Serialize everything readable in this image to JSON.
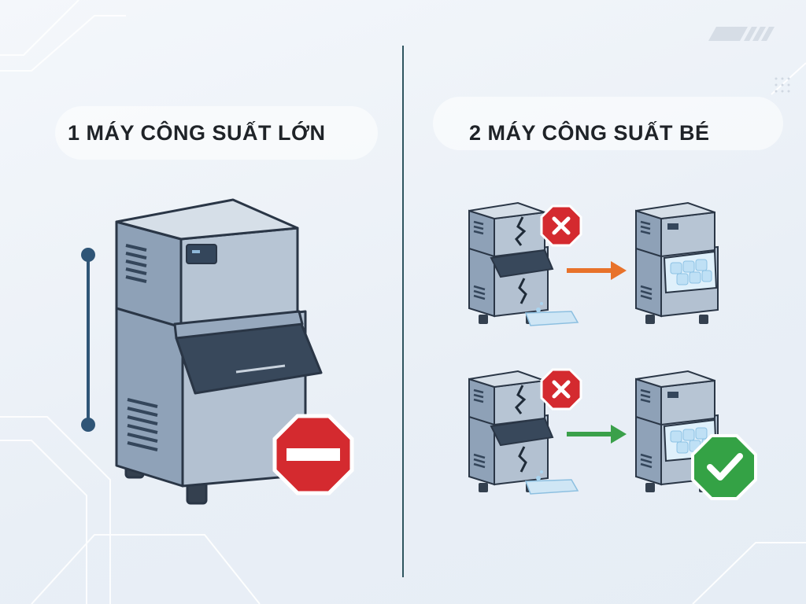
{
  "left_panel": {
    "title": "1 MÁY CÔNG SUẤT LỚN",
    "badge": "no-entry-icon"
  },
  "right_panel": {
    "title": "2 MÁY CÔNG SUẤT BÉ",
    "rows": [
      {
        "status_icon": "red-x-icon",
        "arrow": "orange-arrow",
        "result_icon": "none"
      },
      {
        "status_icon": "red-x-icon",
        "arrow": "green-arrow",
        "result_icon": "green-check-icon"
      }
    ]
  },
  "colors": {
    "red": "#d42a2f",
    "green": "#34a245",
    "orange": "#e8722a",
    "green_arrow": "#3aa04a",
    "machine_body": "#a9b9cb",
    "machine_dark": "#3c4b5e"
  }
}
